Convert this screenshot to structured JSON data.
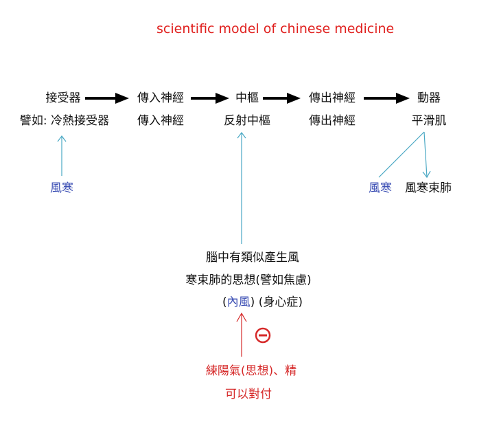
{
  "title": "scientific model of chinese medicine",
  "chain": [
    {
      "top": "接受器",
      "bottom": "譬如: 冷熱接受器"
    },
    {
      "top": "傳入神經",
      "bottom": "傳入神經"
    },
    {
      "top": "中樞",
      "bottom": "反射中樞"
    },
    {
      "top": "傳出神經",
      "bottom": "傳出神經"
    },
    {
      "top": "動器",
      "bottom": "平滑肌"
    }
  ],
  "left_input": "風寒",
  "right_input": "風寒",
  "right_output": "風寒束肺",
  "mind": {
    "line1": "腦中有類似產生風",
    "line2": "寒束肺的思想(譬如焦慮)",
    "paren_open": "(",
    "inner_wind": "內風",
    "paren_close": ")",
    "psychosomatic": "(身心症)"
  },
  "inhibit_symbol": "minus-circle",
  "remedy": {
    "line1": "練陽氣(思想)、精",
    "line2": "可以對付"
  },
  "colors": {
    "title": "#e0201e",
    "blue_text": "#3c4fb4",
    "teal_arrow": "#4aa8c4",
    "red": "#d62a2a",
    "black_arrow": "#000000"
  }
}
